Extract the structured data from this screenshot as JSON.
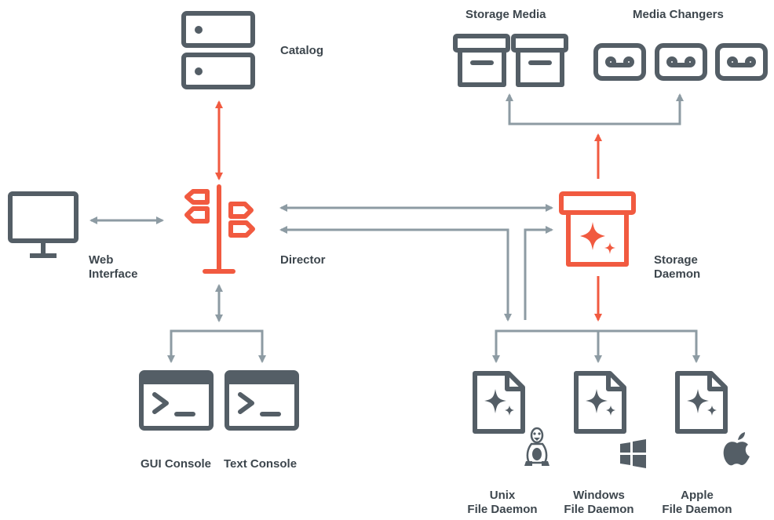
{
  "colors": {
    "dark": "#545e66",
    "arrow": "#8d9ba3",
    "accent": "#f15a40",
    "text": "#3d464d"
  },
  "labels": {
    "catalog": "Catalog",
    "storage_media": "Storage Media",
    "media_changers": "Media Changers",
    "web_interface_1": "Web",
    "web_interface_2": "Interface",
    "director": "Director",
    "storage_daemon_1": "Storage",
    "storage_daemon_2": "Daemon",
    "gui_console": "GUI Console",
    "text_console": "Text Console",
    "unix_1": "Unix",
    "unix_2": "File Daemon",
    "windows_1": "Windows",
    "windows_2": "File Daemon",
    "apple_1": "Apple",
    "apple_2": "File Daemon"
  },
  "icons": [
    "database-icon",
    "box-icon",
    "tape-icon",
    "monitor-icon",
    "signpost-icon",
    "sparkle-box-icon",
    "terminal-icon",
    "file-sparkle-icon",
    "linux-icon",
    "windows-icon",
    "apple-icon"
  ]
}
